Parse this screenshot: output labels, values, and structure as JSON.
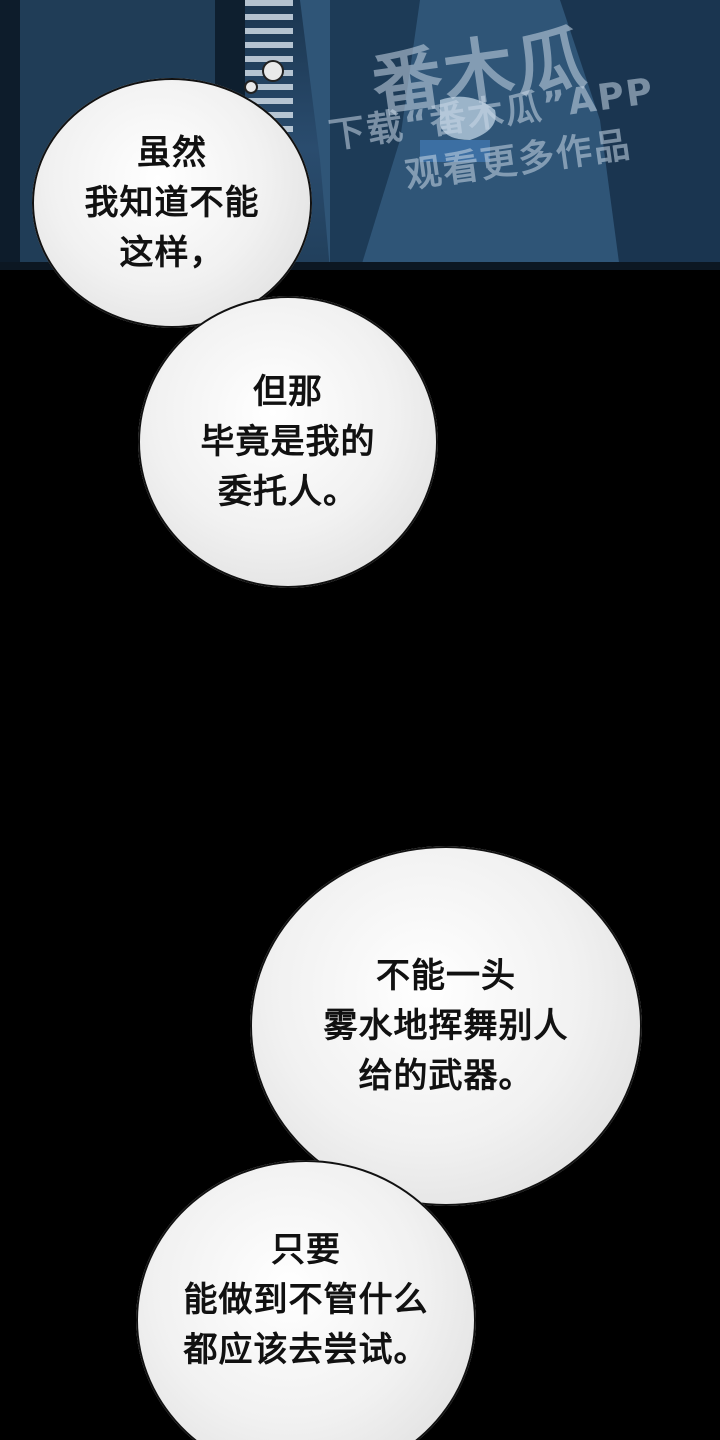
{
  "watermark": {
    "brand": "番木瓜",
    "line1": "下载“番木瓜”APP",
    "line2": "观看更多作品"
  },
  "bubbles": [
    {
      "lines": [
        "虽然",
        "我知道不能",
        "这样，"
      ]
    },
    {
      "lines": [
        "但那",
        "毕竟是我的",
        "委托人。"
      ]
    },
    {
      "lines": [
        "不能一头",
        "雾水地挥舞别人",
        "给的武器。"
      ]
    },
    {
      "lines": [
        "只要",
        "能做到不管什么",
        "都应该去尝试。"
      ]
    }
  ]
}
